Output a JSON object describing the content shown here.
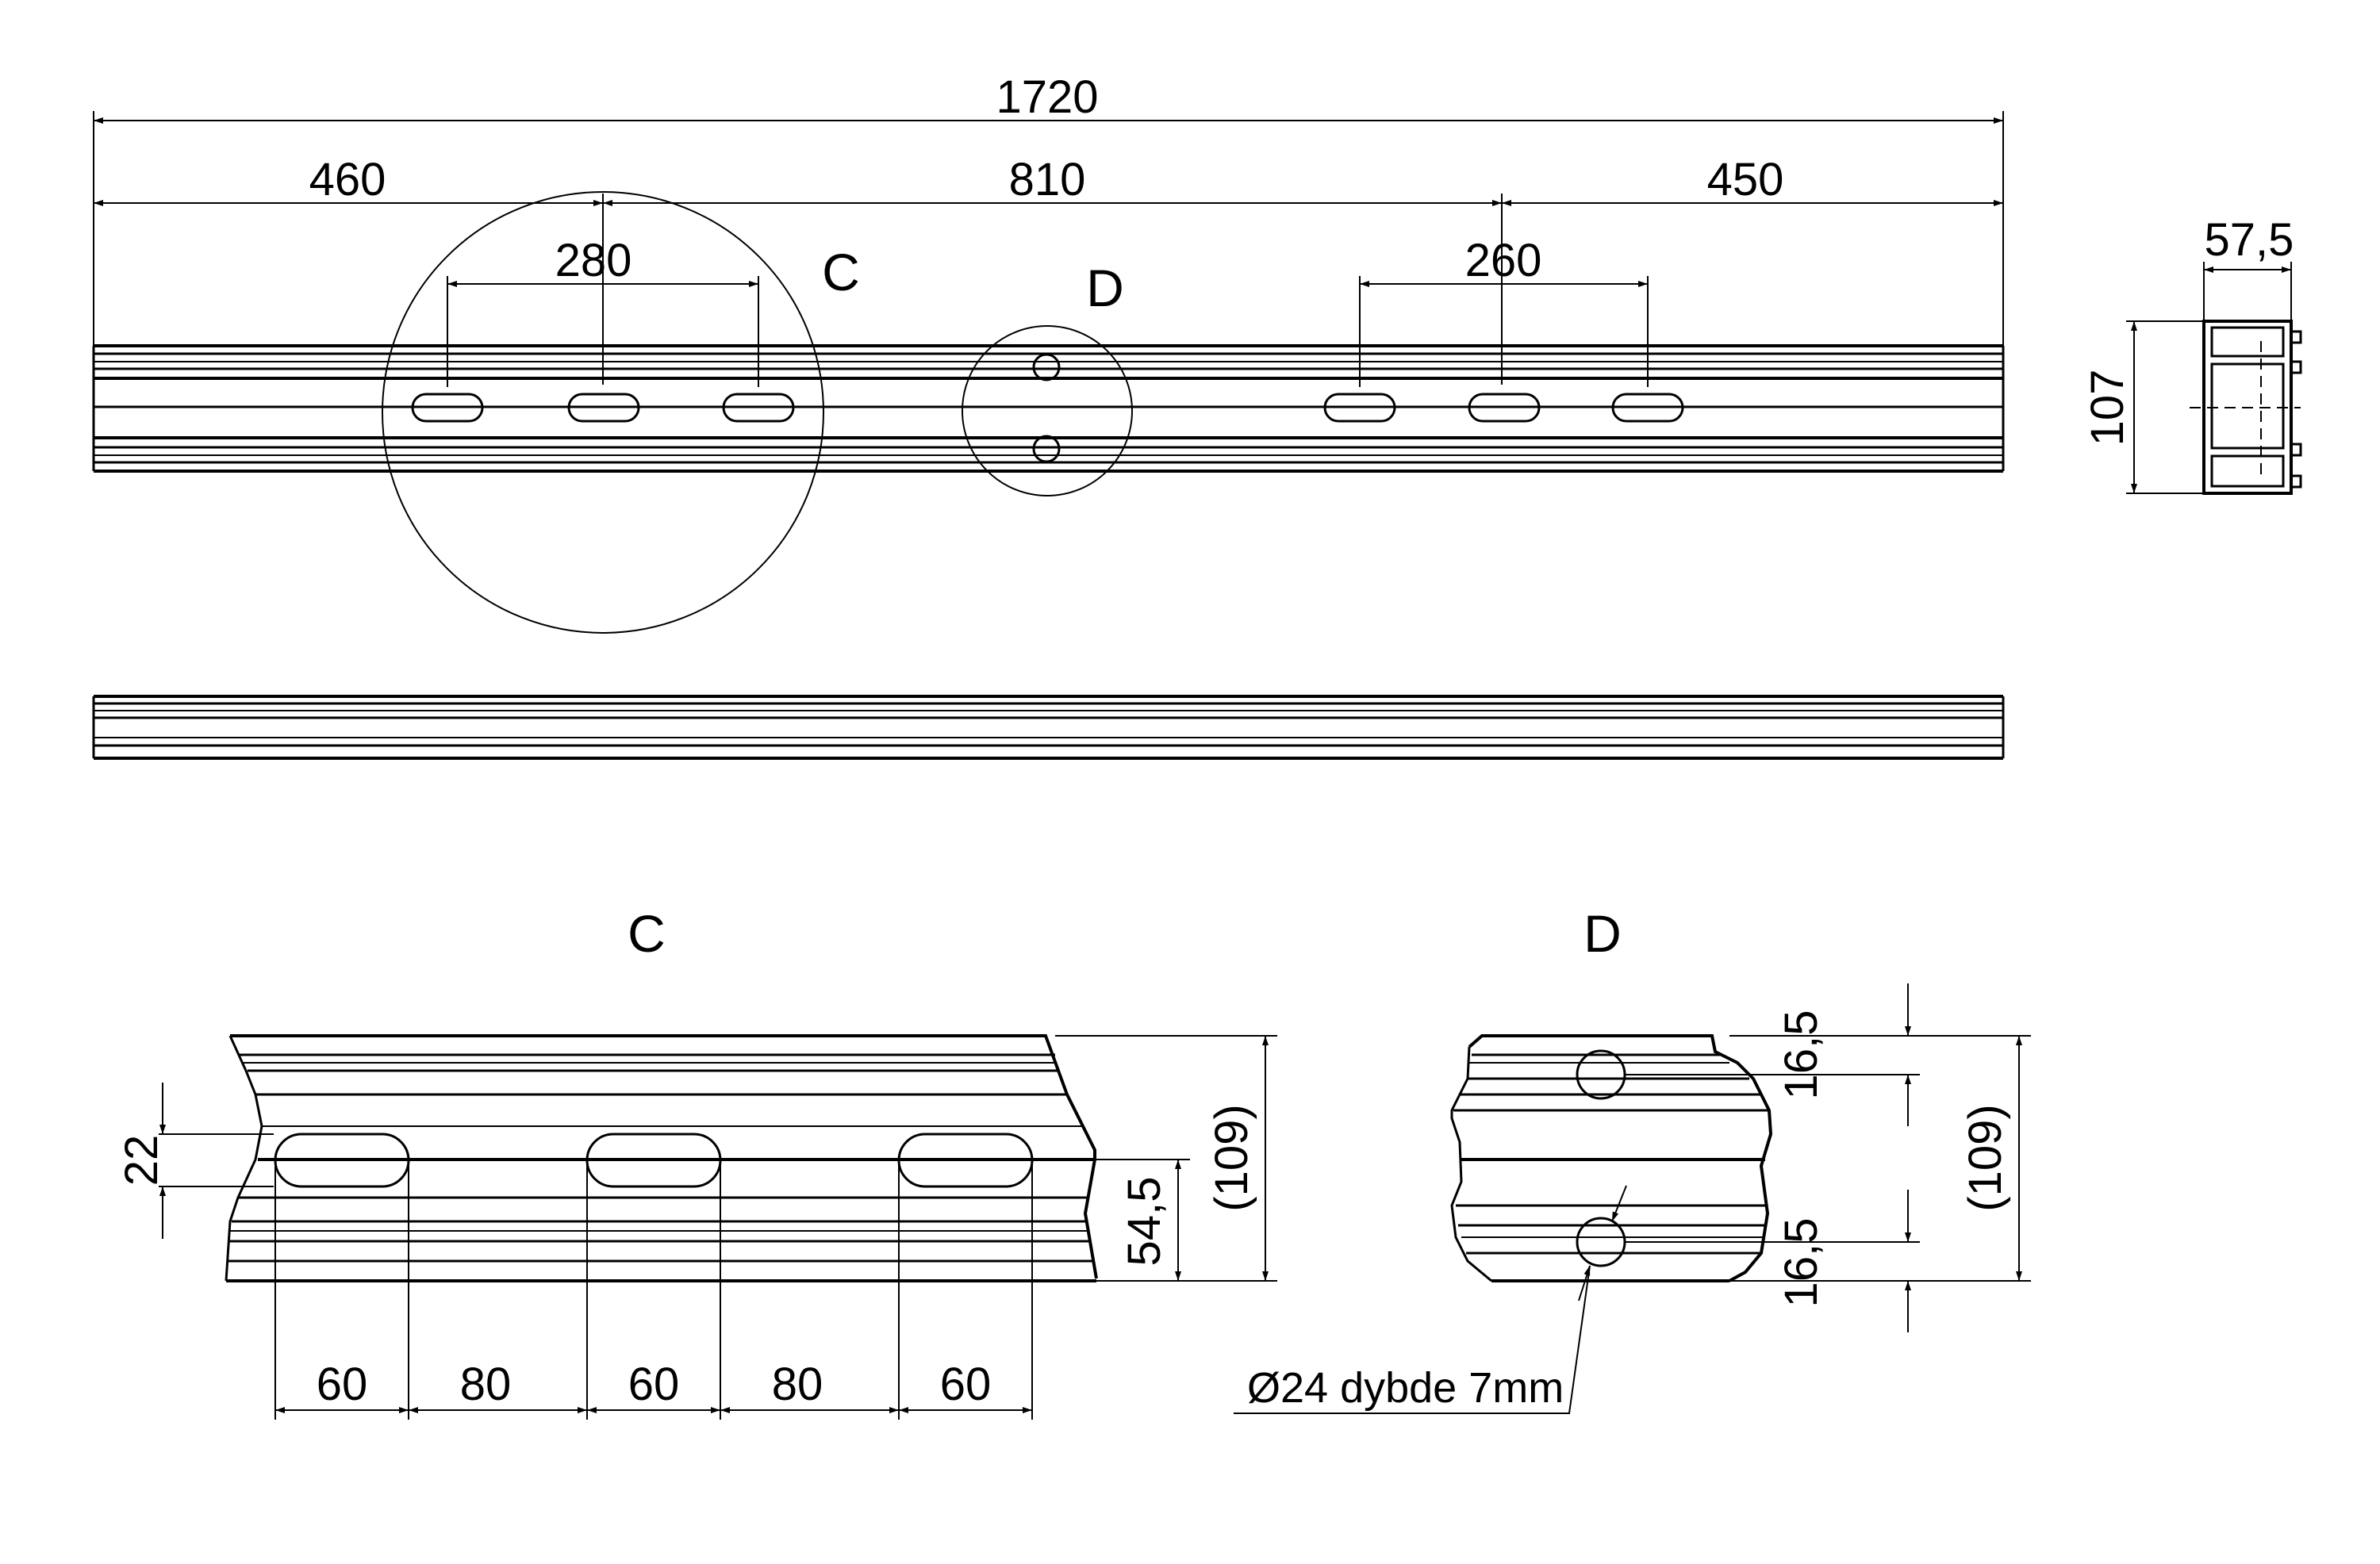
{
  "overall": {
    "length": "1720"
  },
  "segments": {
    "left": "460",
    "middle": "810",
    "right": "450"
  },
  "slot_spacing": {
    "left": "280",
    "right": "260"
  },
  "markers": {
    "c": "C",
    "d": "D"
  },
  "section": {
    "width": "57,5",
    "height": "107"
  },
  "detail_c": {
    "title": "C",
    "slot_height": "22",
    "center_offset": "54,5",
    "total_height": "(109)",
    "spacing": [
      "60",
      "80",
      "60",
      "80",
      "60"
    ]
  },
  "detail_d": {
    "title": "D",
    "top_offset": "16,5",
    "bottom_offset": "16,5",
    "total_height": "(109)",
    "hole_note": "Ø24 dybde 7mm"
  }
}
